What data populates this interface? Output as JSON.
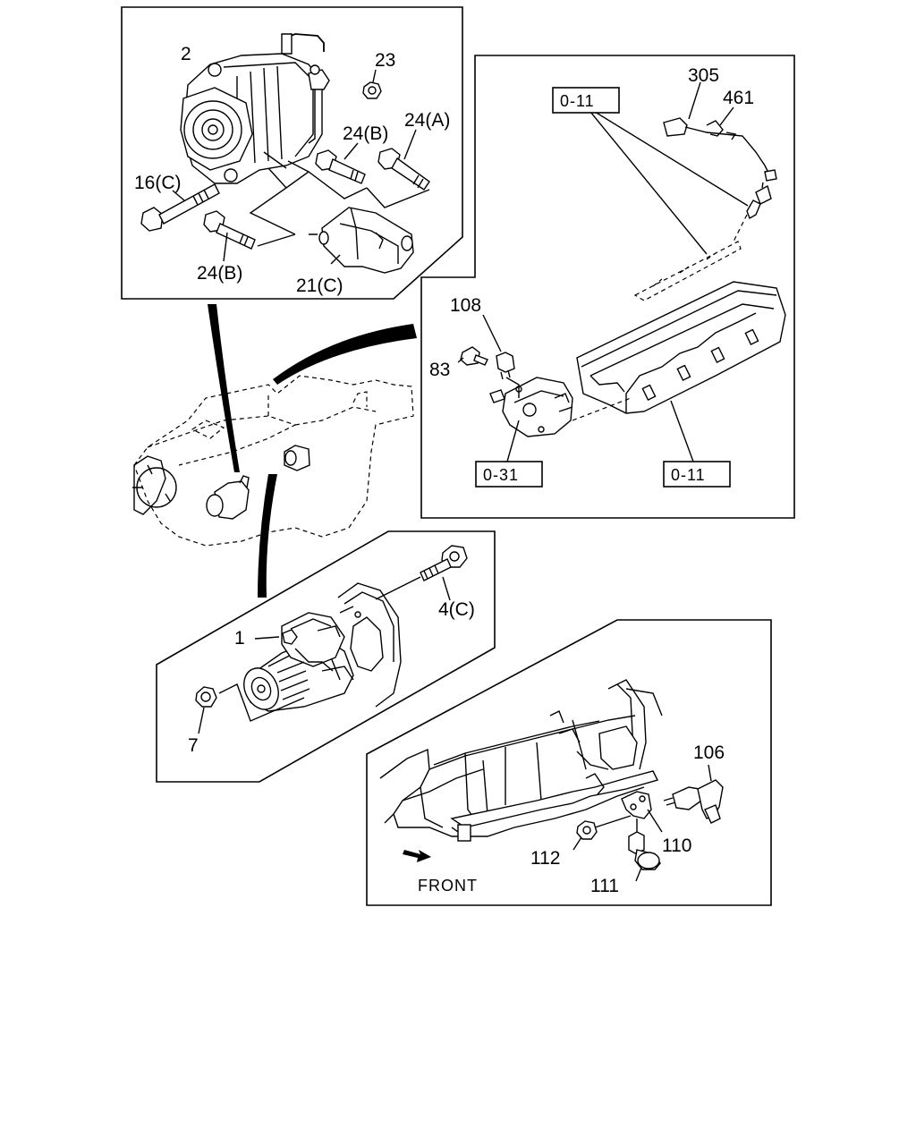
{
  "callouts": {
    "alt_2": "2",
    "alt_23": "23",
    "alt_24b_top": "24(B)",
    "alt_24a": "24(A)",
    "alt_16c": "16(C)",
    "alt_24b_bottom": "24(B)",
    "alt_21c": "21(C)",
    "head_305": "305",
    "head_461": "461",
    "head_ref_011_top": "0-11",
    "head_108": "108",
    "head_83": "83",
    "head_ref_031": "0-31",
    "head_ref_011_bottom": "0-11",
    "starter_4c": "4(C)",
    "starter_1": "1",
    "starter_7": "7",
    "frame_106": "106",
    "frame_110": "110",
    "frame_112": "112",
    "frame_111": "111",
    "frame_front": "FRONT"
  }
}
